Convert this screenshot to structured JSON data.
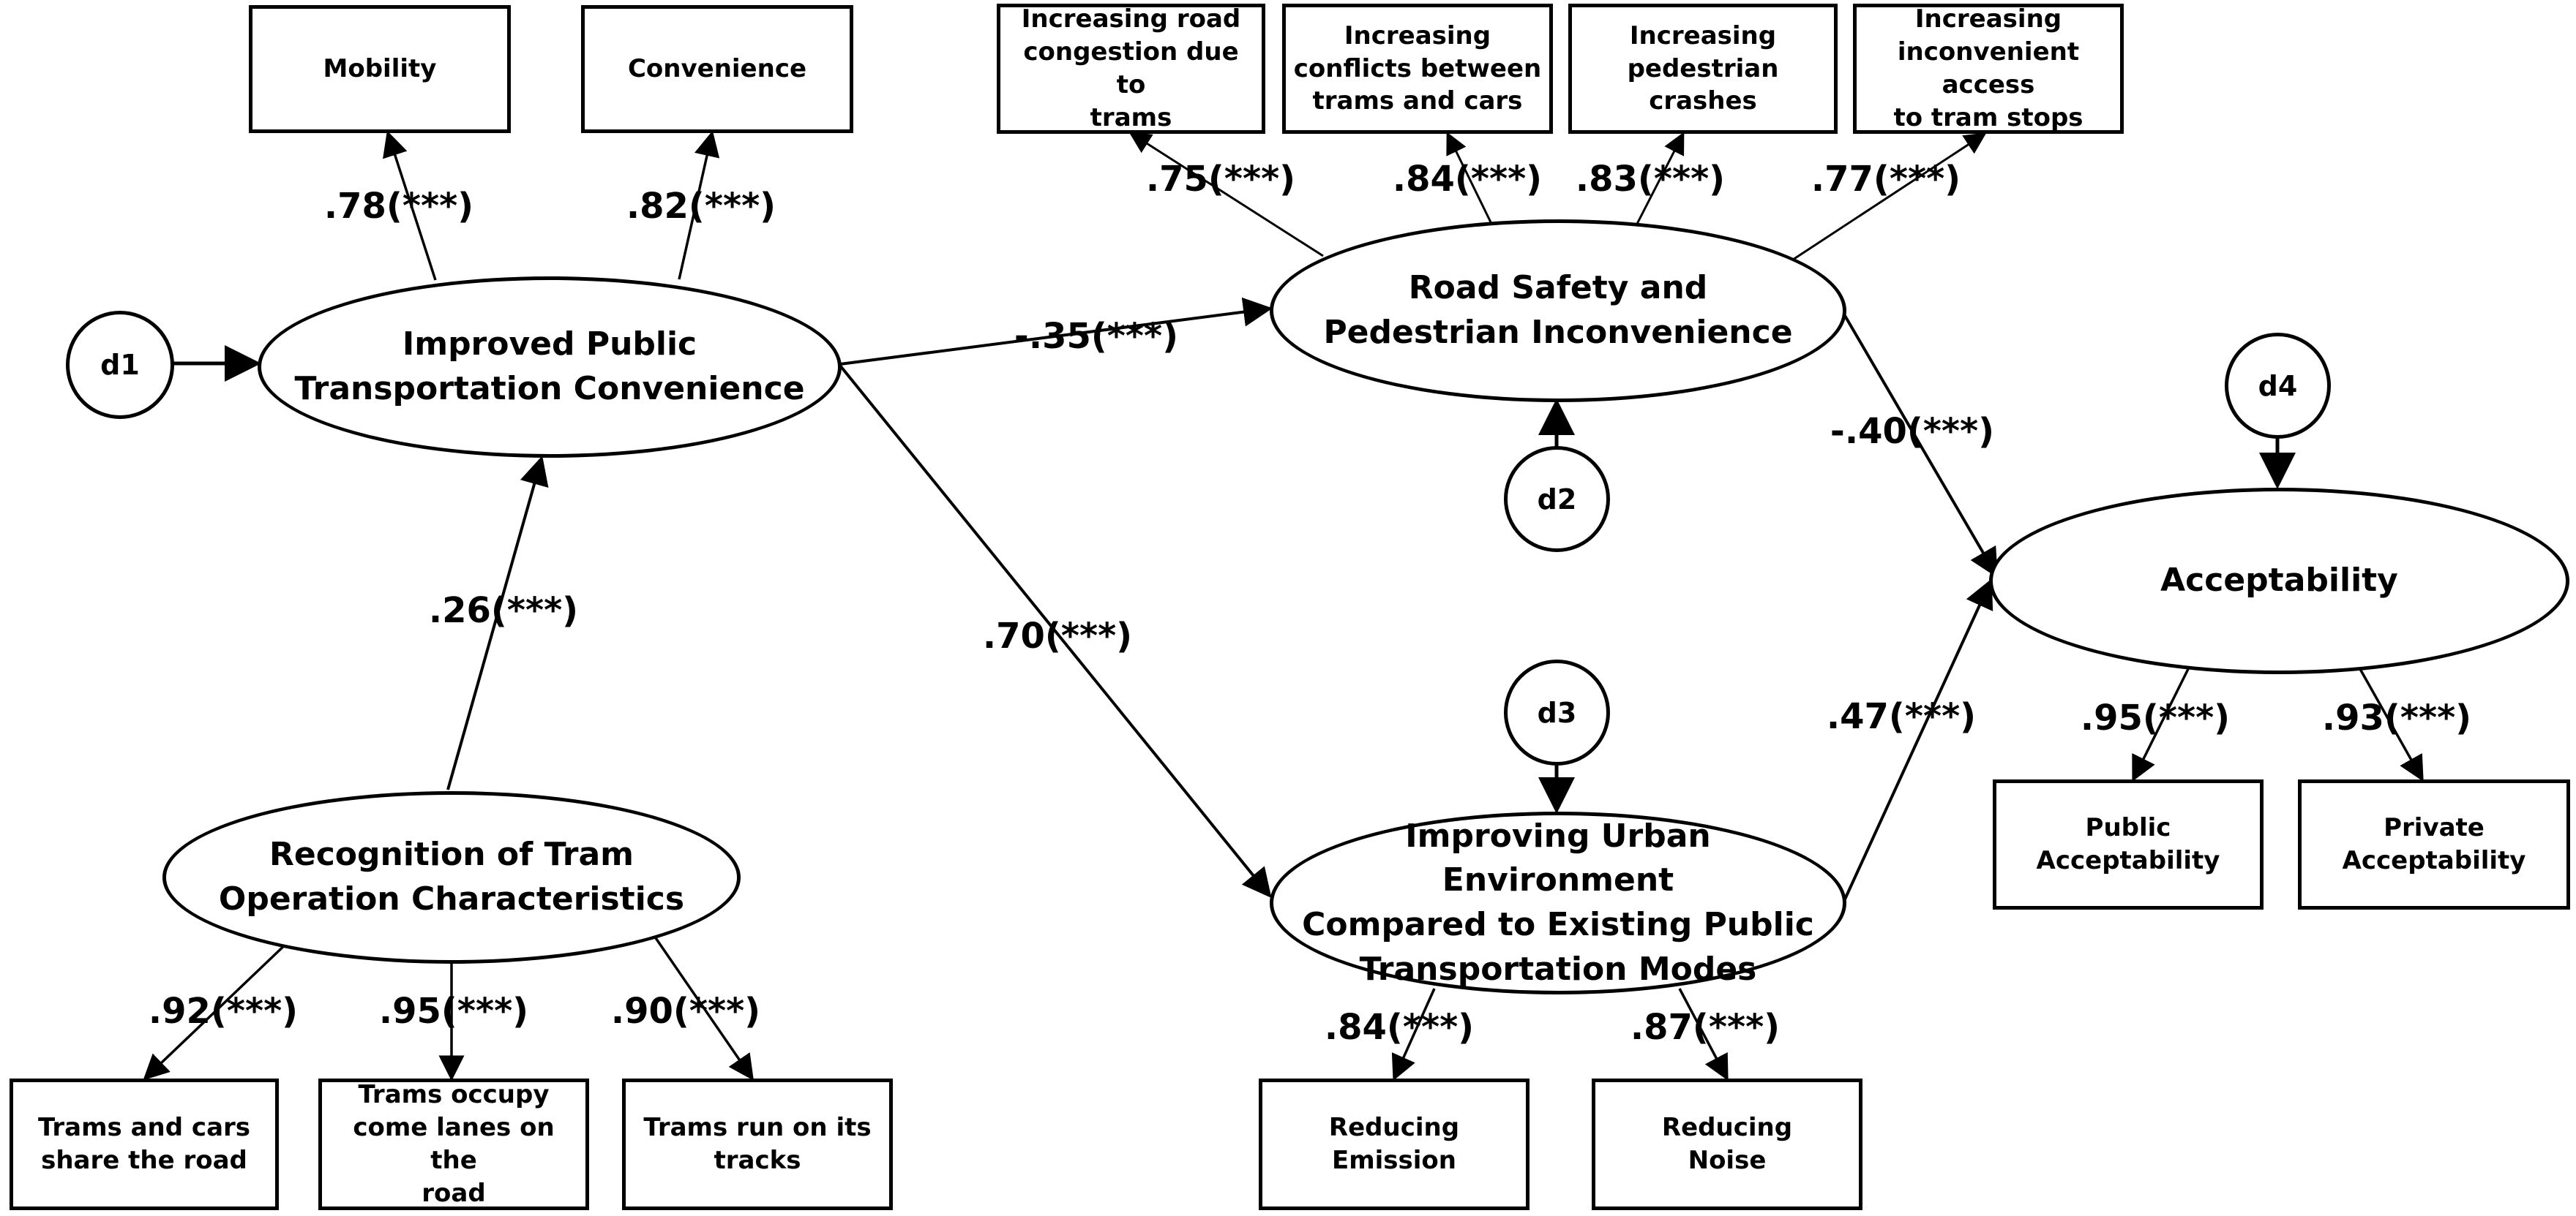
{
  "latent": {
    "iptc": "Improved Public\nTransportation Convenience",
    "rspi": "Road Safety and\nPedestrian Inconvenience",
    "acc": "Acceptability",
    "rtoc": "Recognition of Tram\nOperation Characteristics",
    "iue": "Improving Urban Environment\nCompared to Existing Public\nTransportation Modes"
  },
  "disturbance": {
    "d1": "d1",
    "d2": "d2",
    "d3": "d3",
    "d4": "d4"
  },
  "observed": {
    "mobility": "Mobility",
    "convenience": "Convenience",
    "congestion": "Increasing road\ncongestion due to\ntrams",
    "conflicts": "Increasing\nconflicts between\ntrams and cars",
    "crashes": "Increasing\npedestrian\ncrashes",
    "access": "Increasing\ninconvenient access\nto tram stops",
    "public_acc": "Public\nAcceptability",
    "private_acc": "Private\nAcceptability",
    "share_road": "Trams and cars\nshare the road",
    "occupy_lanes": "Trams occupy\ncome lanes on the\nroad",
    "run_tracks": "Trams run on its\ntracks",
    "emission": "Reducing\nEmission",
    "noise": "Reducing\nNoise"
  },
  "coefficients": {
    "mobility": ".78(***)",
    "convenience": ".82(***)",
    "congestion": ".75(***)",
    "conflicts": ".84(***)",
    "crashes": ".83(***)",
    "access": ".77(***)",
    "iptc_rspi": "-.35(***)",
    "rspi_acc": "-.40(***)",
    "rtoc_iptc": ".26(***)",
    "iptc_iue": ".70(***)",
    "iue_acc": ".47(***)",
    "public_acc": ".95(***)",
    "private_acc": ".93(***)",
    "share_road": ".92(***)",
    "occupy_lanes": ".95(***)",
    "run_tracks": ".90(***)",
    "emission": ".84(***)",
    "noise": ".87(***)"
  },
  "colors": {
    "line": "#000000",
    "background": "#ffffff"
  }
}
